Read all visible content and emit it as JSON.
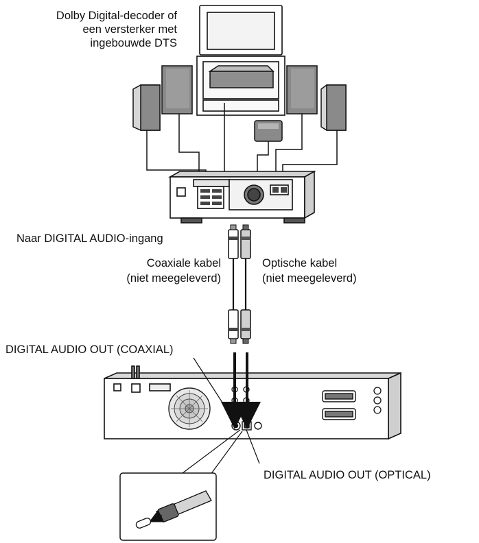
{
  "labels": {
    "decoder_line1": "Dolby Digital-decoder of",
    "decoder_line2": "een versterker met",
    "decoder_line3": "ingebouwde DTS",
    "to_input": "Naar DIGITAL AUDIO-ingang",
    "coax_line1": "Coaxiale kabel",
    "coax_line2": "(niet meegeleverd)",
    "optical_line1": "Optische kabel",
    "optical_line2": "(niet meegeleverd)",
    "out_coaxial": "DIGITAL AUDIO OUT (COAXIAL)",
    "out_optical": "DIGITAL AUDIO OUT (OPTICAL)"
  }
}
